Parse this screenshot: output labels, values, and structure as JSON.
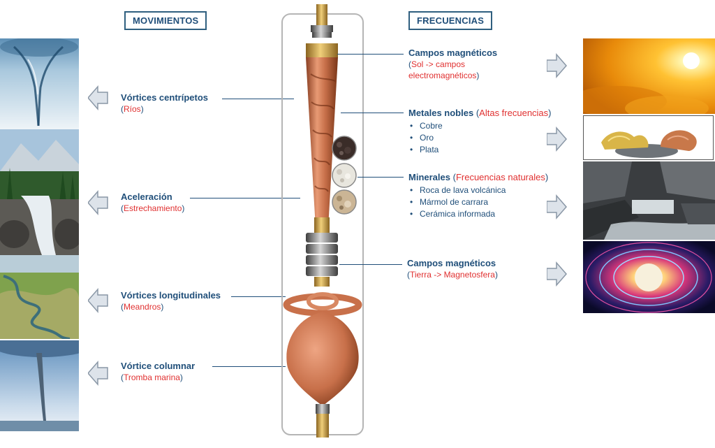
{
  "headers": {
    "left": "MOVIMIENTOS",
    "right": "FRECUENCIAS"
  },
  "left_labels": [
    {
      "title": "Vórtices centrípetos",
      "open": "(",
      "sub": "Ríos",
      "close": ")"
    },
    {
      "title": "Aceleración",
      "open": "(",
      "sub": "Estrechamiento",
      "close": ")"
    },
    {
      "title": "Vórtices longitudinales",
      "open": "(",
      "sub": "Meandros",
      "close": ")"
    },
    {
      "title": "Vórtice columnar",
      "open": "(",
      "sub": "Tromba marina",
      "close": ")"
    }
  ],
  "right_labels": {
    "sun": {
      "title": "Campos magnéticos",
      "open": "(",
      "sub1": "Sol -> campos",
      "sub2": "electromagnéticos",
      "close": ")"
    },
    "metals": {
      "title": "Metales nobles",
      "open": "(",
      "sub": "Altas frecuencias",
      "close": ")",
      "bullets": [
        "Cobre",
        "Oro",
        "Plata"
      ]
    },
    "minerals": {
      "title": "Minerales",
      "open": "(",
      "sub": "Frecuencias naturales",
      "close": ")",
      "bullets": [
        "Roca de lava volcánica",
        "Mármol de carrara",
        "Cerámica informada"
      ]
    },
    "earth": {
      "title": "Campos magnéticos",
      "open": "(",
      "sub": "Tierra -> Magnetosfera",
      "close": ")"
    }
  },
  "colors": {
    "navy": "#1f4e79",
    "red": "#e03030",
    "copper": "#c8704a",
    "arrow_fill": "#dde3ea",
    "arrow_stroke": "#8a97a6"
  },
  "icons": {
    "left_arrows": "arrow-left-icon",
    "right_arrows": "arrow-right-icon"
  }
}
